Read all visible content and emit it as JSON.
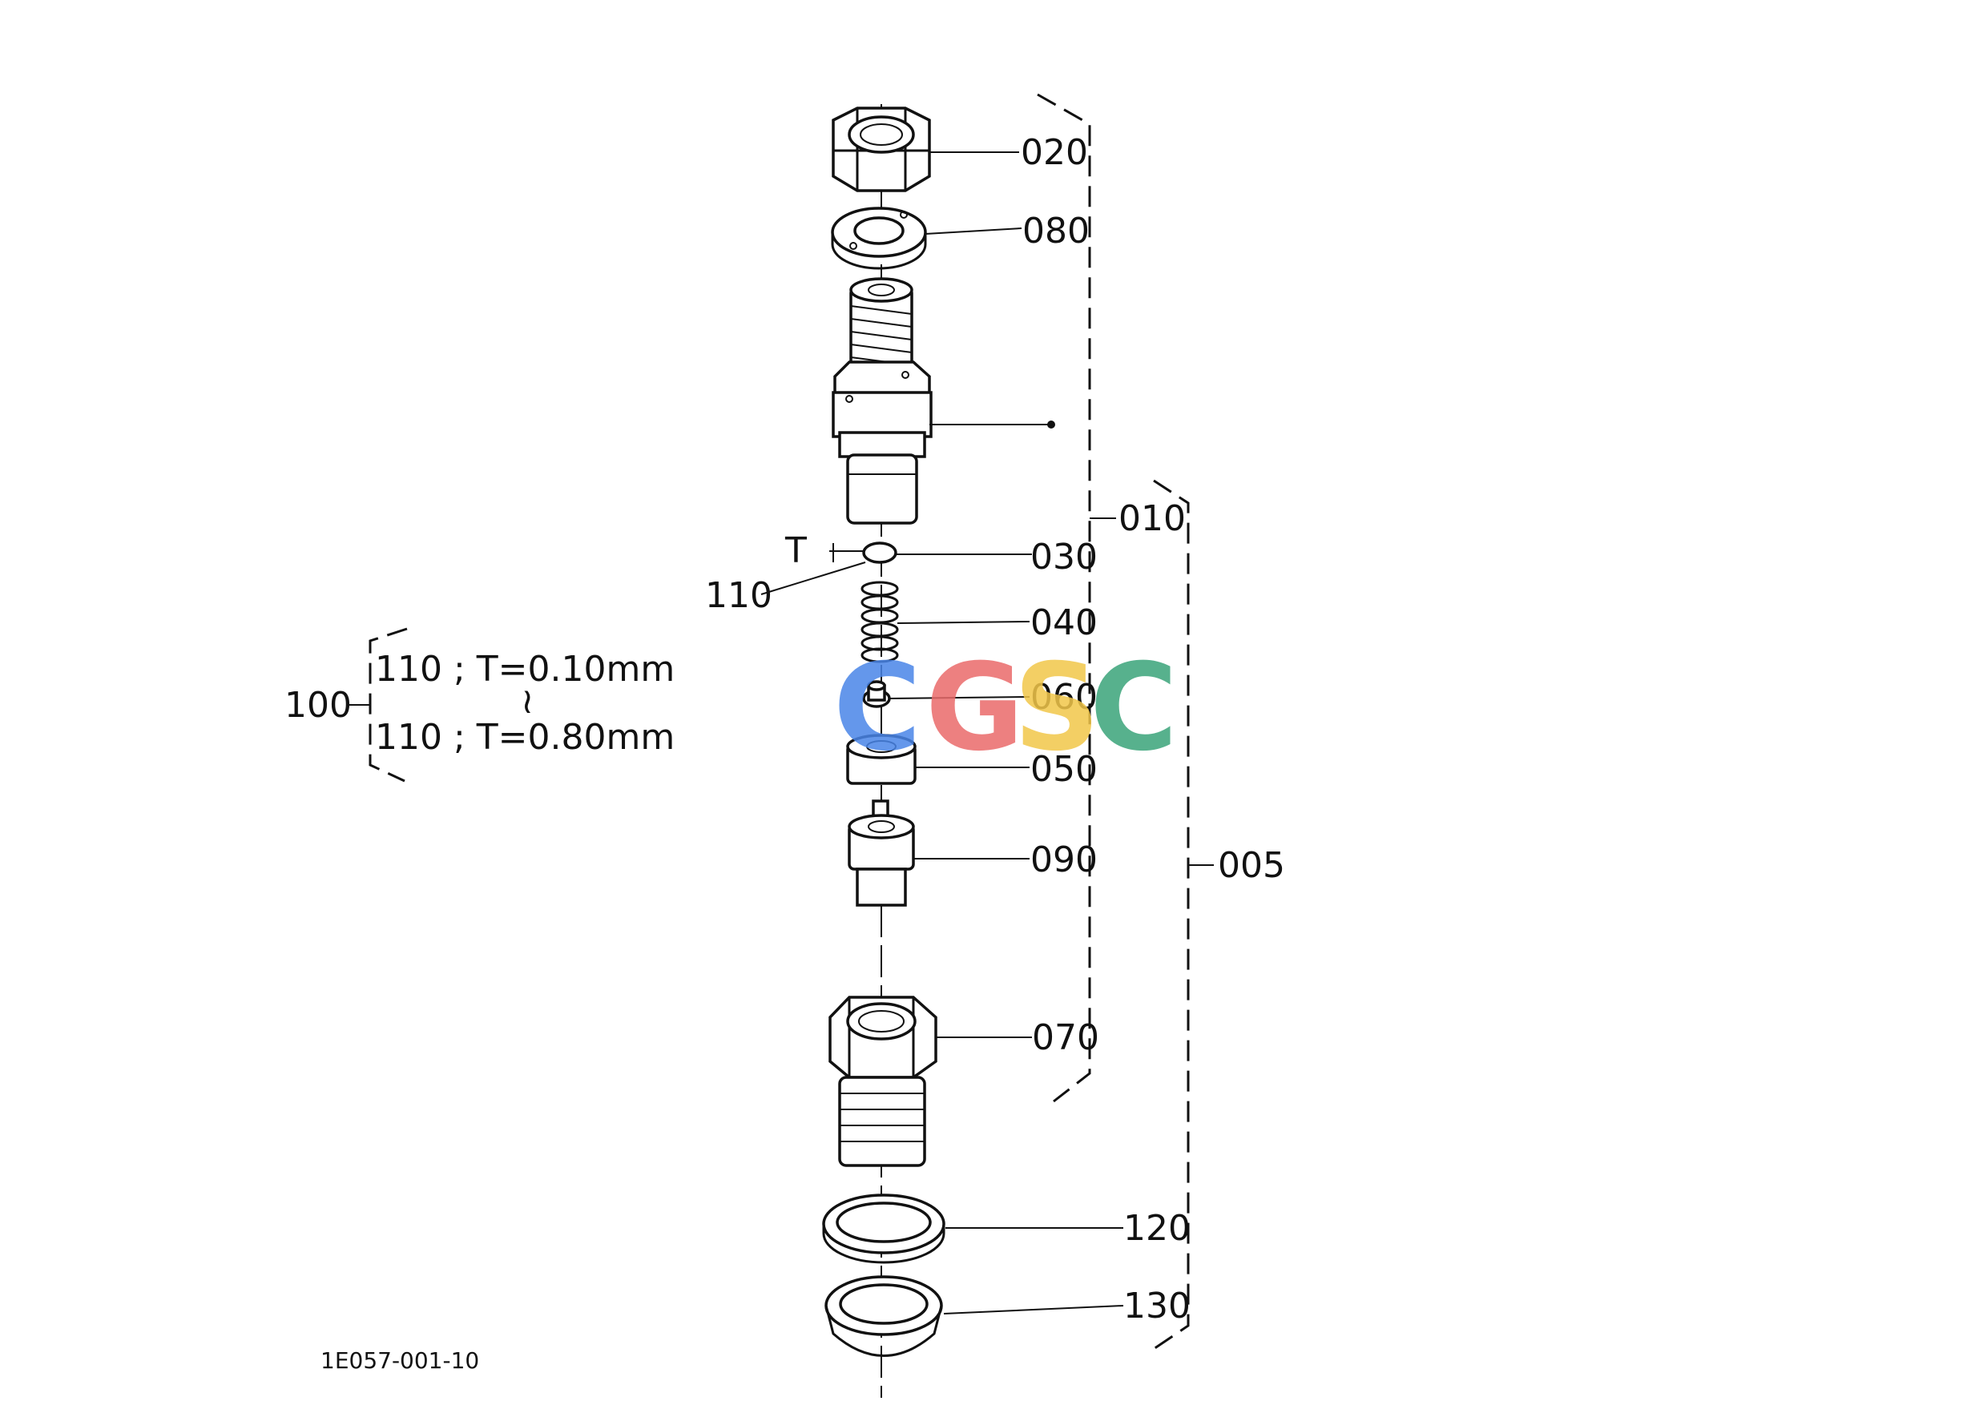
{
  "drawing_code": "1E057-001-10",
  "watermark": {
    "letters": [
      "C",
      "G",
      "S",
      "C"
    ],
    "colors": [
      "#4a86e8",
      "#ea6b6b",
      "#f2c74a",
      "#3aa47a"
    ]
  },
  "callouts": {
    "p020": "020",
    "p080": "080",
    "p010": "010",
    "p030": "030",
    "p110": "110",
    "t_label": "T",
    "p040": "040",
    "p060": "060",
    "p050": "050",
    "p090": "090",
    "p005": "005",
    "p070": "070",
    "p120": "120",
    "p130": "130"
  },
  "shim_kit": {
    "kit_number": "100",
    "line1": "110 ; T=0.10mm",
    "range_symbol": "≀",
    "line2": "110 ; T=0.80mm"
  }
}
